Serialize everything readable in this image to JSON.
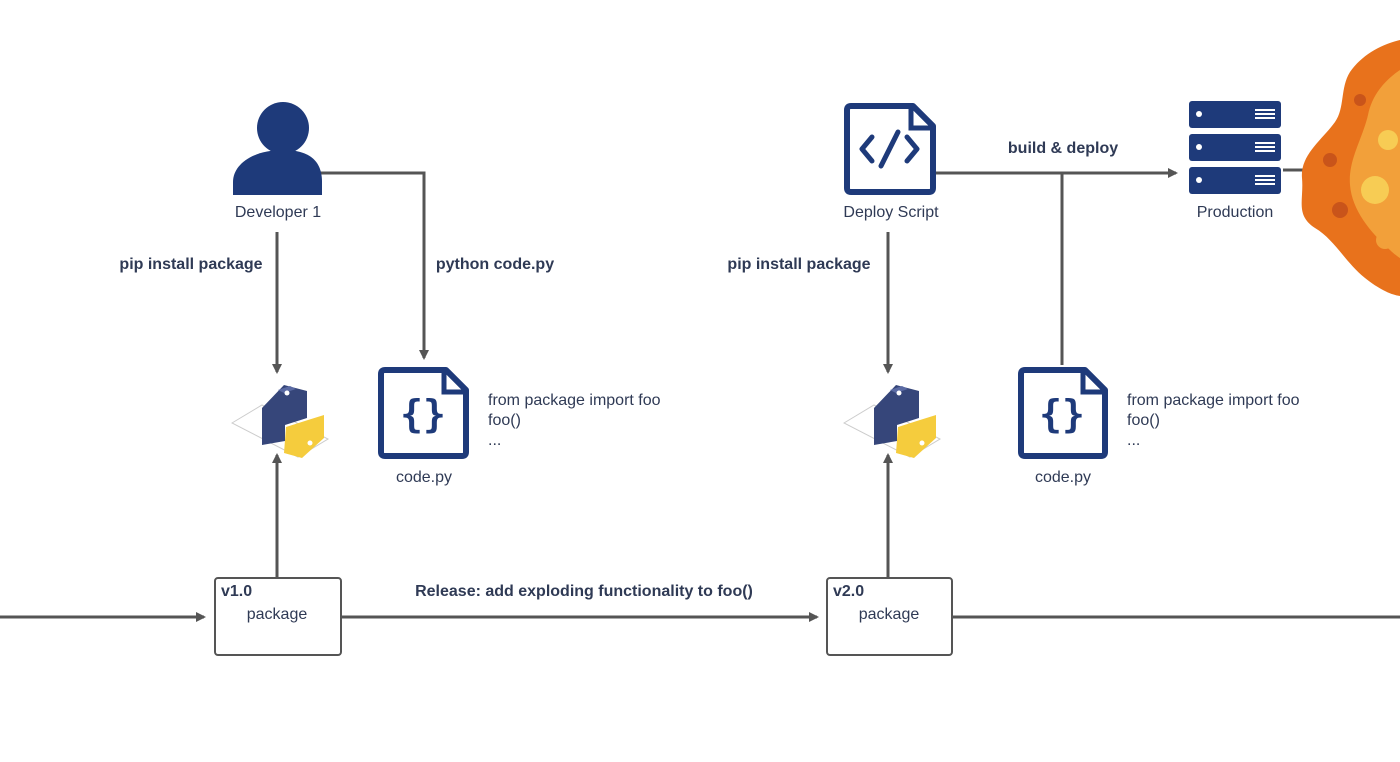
{
  "actors": {
    "developer": "Developer 1",
    "deploy_script": "Deploy Script",
    "production": "Production"
  },
  "edges": {
    "pip_install_1": "pip install package",
    "python_code": "python code.py",
    "pip_install_2": "pip install package",
    "build_deploy": "build & deploy",
    "release": "Release: add exploding functionality to foo()"
  },
  "files": {
    "left": {
      "name": "code.py",
      "lines": [
        "from package import foo",
        "foo()",
        "..."
      ]
    },
    "right": {
      "name": "code.py",
      "lines": [
        "from package import foo",
        "foo()",
        "..."
      ]
    }
  },
  "versions": [
    {
      "tag": "v1.0",
      "name": "package"
    },
    {
      "tag": "v2.0",
      "name": "package"
    }
  ],
  "colors": {
    "navy": "#1e3a7a",
    "python_blue": "#36467a",
    "python_yellow": "#f5cc3d",
    "line": "#555555",
    "text": "#2f3a55",
    "explosion": "#e8721c"
  },
  "icons": [
    "person-icon",
    "code-file-icon",
    "script-file-icon",
    "server-icon",
    "python-logo-icon",
    "explosion-icon"
  ]
}
